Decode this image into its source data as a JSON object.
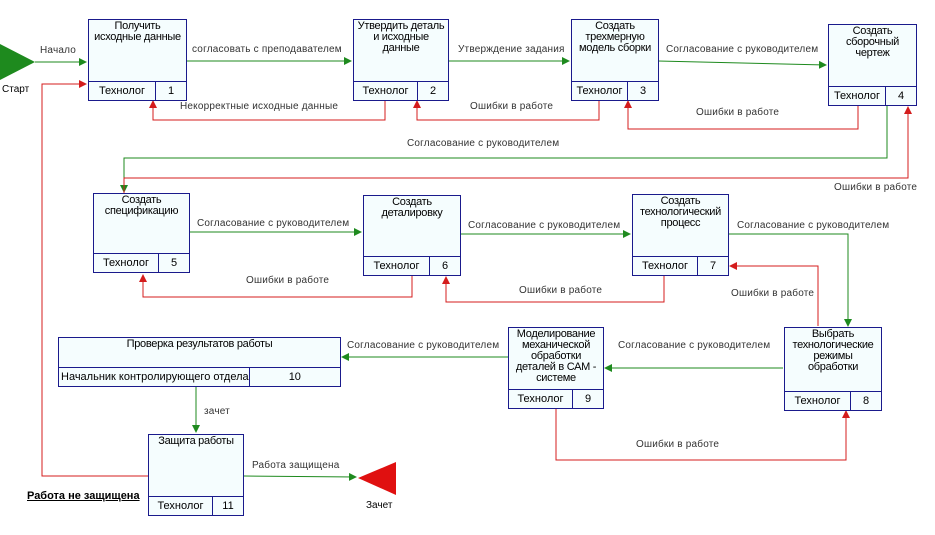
{
  "terminals": {
    "start": "Старт",
    "end": "Зачет"
  },
  "fail_note": "Работа не защищена",
  "role": "Технолог",
  "blocks": [
    {
      "id": 1,
      "title": "Получить исходные данные",
      "role": "Технолог",
      "num": "1"
    },
    {
      "id": 2,
      "title": "Утвердить деталь и исходные данные",
      "role": "Технолог",
      "num": "2"
    },
    {
      "id": 3,
      "title": "Создать трехмерную модель сборки",
      "role": "Технолог",
      "num": "3"
    },
    {
      "id": 4,
      "title": "Создать сборочный чертеж",
      "role": "Технолог",
      "num": "4"
    },
    {
      "id": 5,
      "title": "Создать спецификацию",
      "role": "Технолог",
      "num": "5"
    },
    {
      "id": 6,
      "title": "Создать деталировку",
      "role": "Технолог",
      "num": "6"
    },
    {
      "id": 7,
      "title": "Создать технологический процесс",
      "role": "Технолог",
      "num": "7"
    },
    {
      "id": 8,
      "title": "Выбрать технологические режимы обработки",
      "role": "Технолог",
      "num": "8"
    },
    {
      "id": 9,
      "title": "Моделирование механической обработки деталей в САМ - системе",
      "role": "Технолог",
      "num": "9"
    },
    {
      "id": 10,
      "title": "Проверка результатов работы",
      "role": "Начальник контролирующего отдела",
      "num": "10"
    },
    {
      "id": 11,
      "title": "Защита работы",
      "role": "Технолог",
      "num": "11"
    }
  ],
  "labels": {
    "start_arrow": "Начало",
    "f12": "согласовать с преподавателем",
    "r21": "Некорректные исходные данные",
    "f23": "Утверждение задания",
    "r32": "Ошибки в работе",
    "f34": "Согласование с руководителем",
    "r43": "Ошибки в работе",
    "f45": "Согласование с руководителем",
    "r54": "Ошибки в работе",
    "f56": "Согласование с руководителем",
    "r65": "Ошибки в работе",
    "f67": "Согласование с руководителем",
    "r76": "Ошибки в работе",
    "f78": "Согласование с руководителем",
    "r87": "Ошибки в работе",
    "f89": "Согласование с руководителем",
    "r98": "Ошибки в работе",
    "f910": "Согласование с руководителем",
    "f1011": "зачет",
    "f11end": "Работа защищена"
  },
  "colors": {
    "forward": "#1e8a1e",
    "return": "#d41c1c",
    "border": "#1a1a8c",
    "fill": "#f5fdfe",
    "terminal_start": "#1e8a1e",
    "terminal_end": "#e01010"
  }
}
